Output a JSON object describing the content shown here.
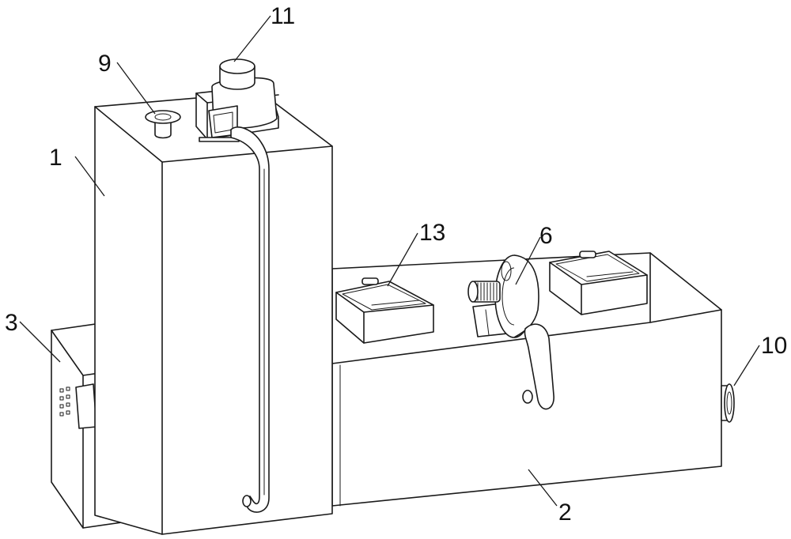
{
  "labels": {
    "l1": "1",
    "l2": "2",
    "l3": "3",
    "l6": "6",
    "l9": "9",
    "l10": "10",
    "l11": "11",
    "l13": "13"
  }
}
